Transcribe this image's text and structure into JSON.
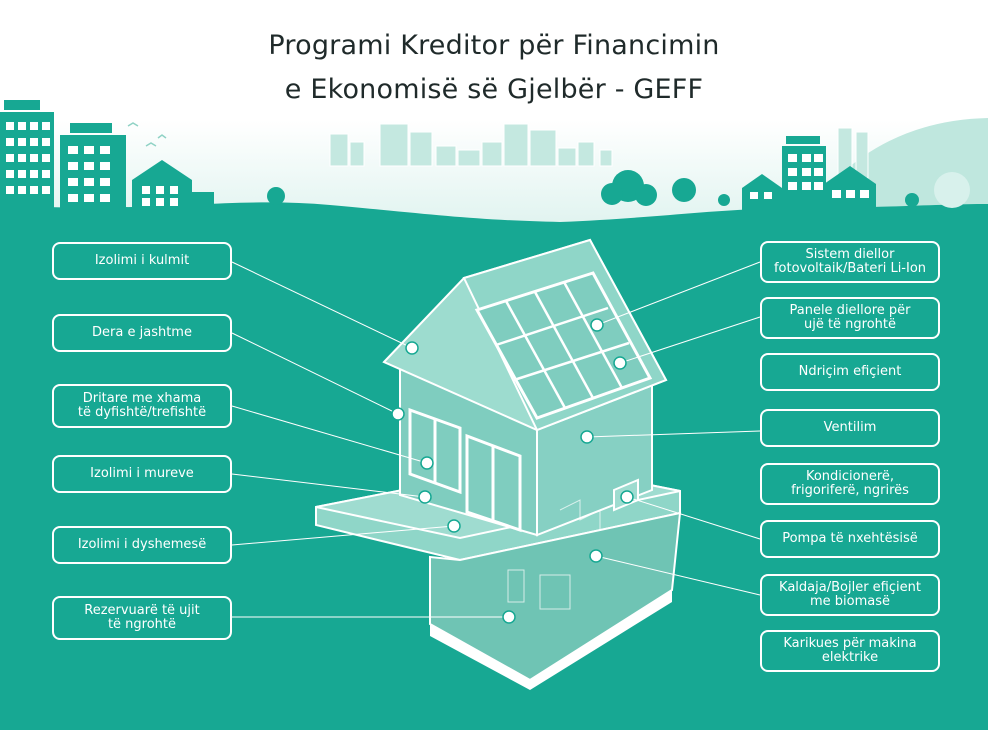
{
  "title": {
    "line1": "Programi Kreditor për Financimin",
    "line2": "e Ekonomisë së Gjelbër - GEFF"
  },
  "labels_left": [
    {
      "id": "roof-insulation",
      "text": "Izolimi i kulmit"
    },
    {
      "id": "exterior-door",
      "text": "Dera e jashtme"
    },
    {
      "id": "windows",
      "text": "Dritare me xhama\ntë dyfishtë/trefishtë"
    },
    {
      "id": "wall-insulation",
      "text": "Izolimi i mureve"
    },
    {
      "id": "floor-insulation",
      "text": "Izolimi i dyshemesë"
    },
    {
      "id": "hot-water-tanks",
      "text": "Rezervuarë të ujit\ntë ngrohtë"
    }
  ],
  "labels_right": [
    {
      "id": "pv-system",
      "text": "Sistem diellor\nfotovoltaik/Bateri Li-Ion"
    },
    {
      "id": "solar-water-panels",
      "text": "Panele diellore për\nujë të ngrohtë"
    },
    {
      "id": "efficient-lighting",
      "text": "Ndriçim efiçient"
    },
    {
      "id": "ventilation",
      "text": "Ventilim"
    },
    {
      "id": "ac-fridges",
      "text": "Kondicionerë,\nfrigoriferë, ngrirës"
    },
    {
      "id": "heat-pumps",
      "text": "Pompa të nxehtësisë"
    },
    {
      "id": "biomass-boiler",
      "text": "Kaldaja/Bojler efiçient\nme biomasë"
    },
    {
      "id": "ev-chargers",
      "text": "Karikues për makina\nelektrike"
    }
  ],
  "colors": {
    "teal": "#17a893",
    "teal_light": "#a9e1d6",
    "sky": "#e7f6f3",
    "house_fill": "#7fcdbf",
    "title_text": "#1f2a2a"
  }
}
